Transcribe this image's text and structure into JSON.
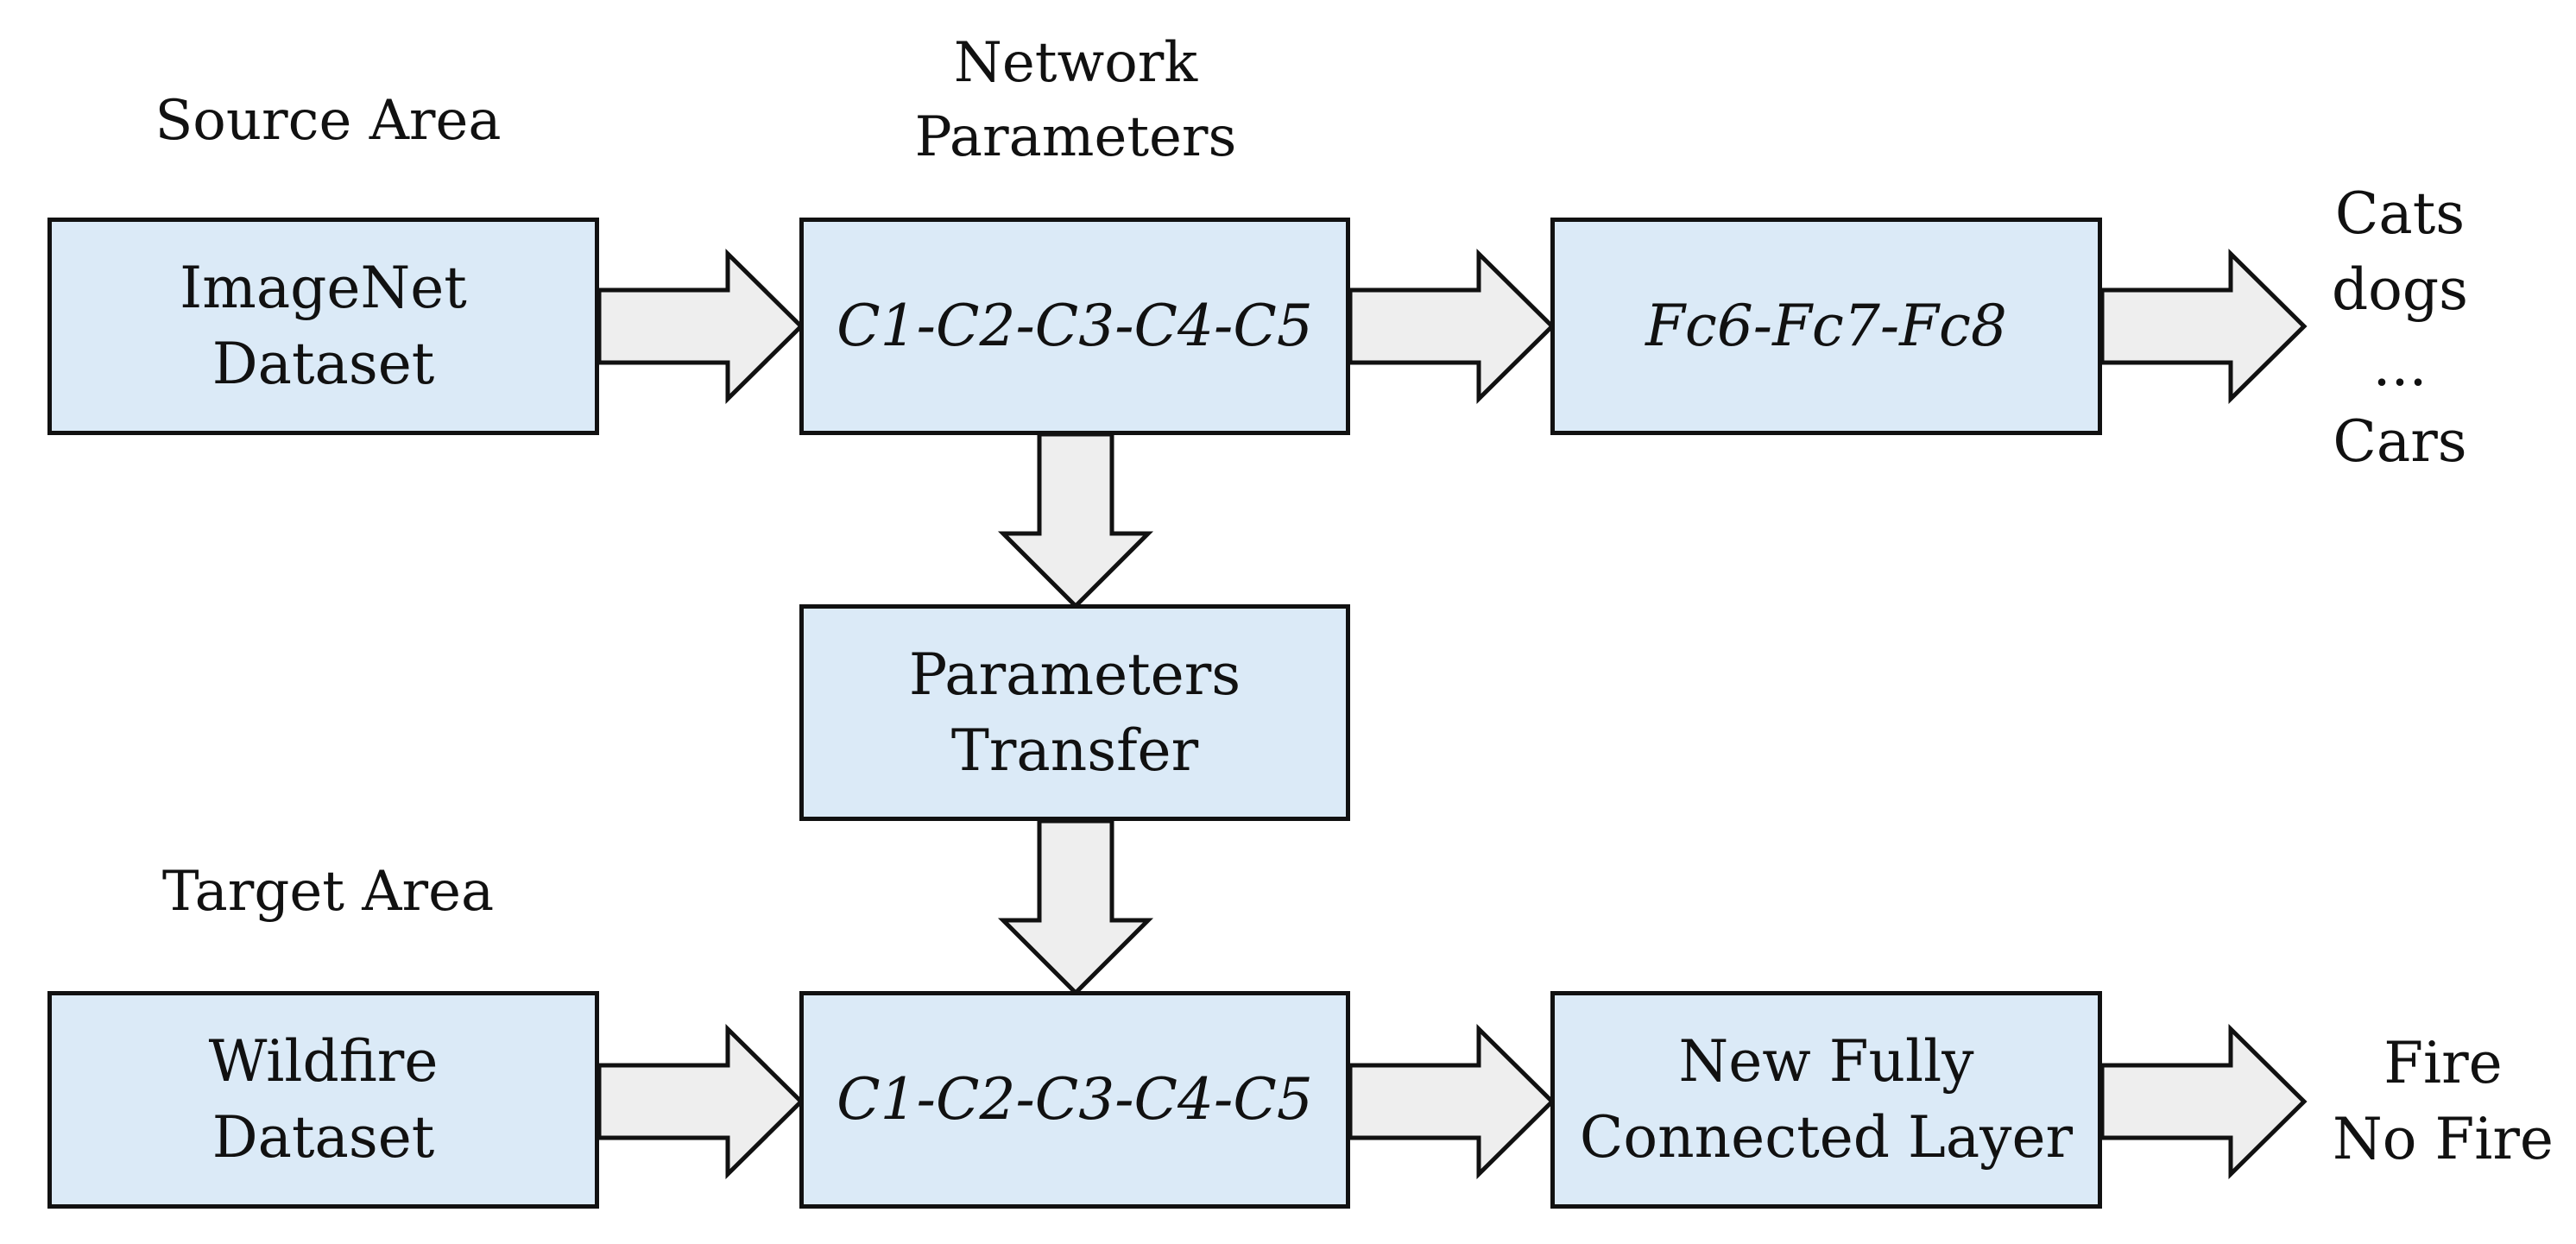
{
  "colors": {
    "box_fill": "#dbeaf7",
    "arrow_fill": "#eeeeee",
    "stroke": "#111111"
  },
  "labels": {
    "source_area": "Source Area",
    "network_parameters": [
      "Network",
      "Parameters"
    ],
    "target_area": "Target Area"
  },
  "boxes": {
    "imagenet": [
      "ImageNet",
      "Dataset"
    ],
    "conv_source": [
      "C1-C2-C3-C4-C5"
    ],
    "fc_source": [
      "Fc6-Fc7-Fc8"
    ],
    "transfer": [
      "Parameters",
      "Transfer"
    ],
    "wildfire": [
      "Wildfire",
      "Dataset"
    ],
    "conv_target": [
      "C1-C2-C3-C4-C5"
    ],
    "fc_target": [
      "New Fully",
      "Connected Layer"
    ]
  },
  "outputs": {
    "source_classes": [
      "Cats",
      "dogs",
      "...",
      "Cars"
    ],
    "target_classes": [
      "Fire",
      "No Fire"
    ]
  }
}
